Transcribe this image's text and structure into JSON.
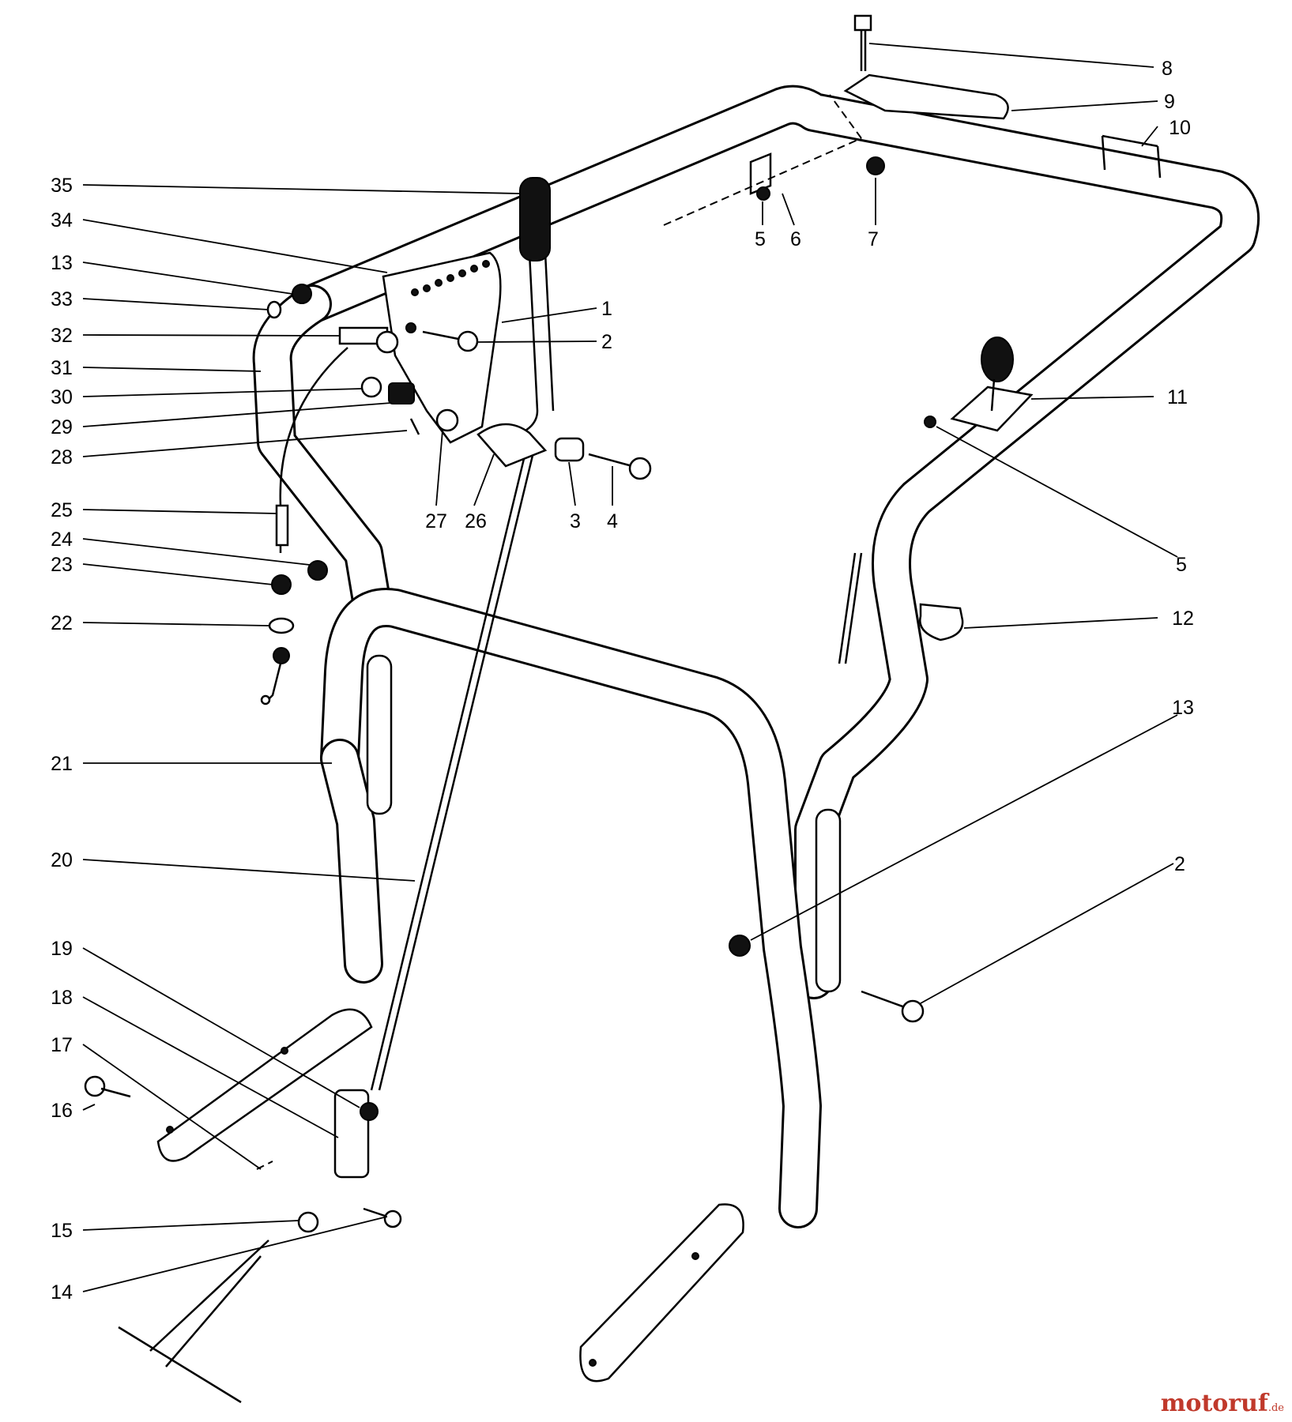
{
  "diagram": {
    "callouts": [
      {
        "id": "c8",
        "label": "8"
      },
      {
        "id": "c9",
        "label": "9"
      },
      {
        "id": "c10",
        "label": "10"
      },
      {
        "id": "c35",
        "label": "35"
      },
      {
        "id": "c34",
        "label": "34"
      },
      {
        "id": "c13a",
        "label": "13"
      },
      {
        "id": "c33",
        "label": "33"
      },
      {
        "id": "c32",
        "label": "32"
      },
      {
        "id": "c31",
        "label": "31"
      },
      {
        "id": "c30",
        "label": "30"
      },
      {
        "id": "c29",
        "label": "29"
      },
      {
        "id": "c28",
        "label": "28"
      },
      {
        "id": "c25",
        "label": "25"
      },
      {
        "id": "c24",
        "label": "24"
      },
      {
        "id": "c23",
        "label": "23"
      },
      {
        "id": "c22",
        "label": "22"
      },
      {
        "id": "c21",
        "label": "21"
      },
      {
        "id": "c20",
        "label": "20"
      },
      {
        "id": "c19",
        "label": "19"
      },
      {
        "id": "c18",
        "label": "18"
      },
      {
        "id": "c17",
        "label": "17"
      },
      {
        "id": "c16",
        "label": "16"
      },
      {
        "id": "c15",
        "label": "15"
      },
      {
        "id": "c14",
        "label": "14"
      },
      {
        "id": "c1",
        "label": "1"
      },
      {
        "id": "c2a",
        "label": "2"
      },
      {
        "id": "c5a",
        "label": "5"
      },
      {
        "id": "c6",
        "label": "6"
      },
      {
        "id": "c7",
        "label": "7"
      },
      {
        "id": "c27",
        "label": "27"
      },
      {
        "id": "c26",
        "label": "26"
      },
      {
        "id": "c3",
        "label": "3"
      },
      {
        "id": "c4",
        "label": "4"
      },
      {
        "id": "c11",
        "label": "11"
      },
      {
        "id": "c5b",
        "label": "5"
      },
      {
        "id": "c12",
        "label": "12"
      },
      {
        "id": "c13b",
        "label": "13"
      },
      {
        "id": "c2b",
        "label": "2"
      }
    ]
  },
  "watermark": {
    "main": "motoruf",
    "tld": ".de"
  },
  "colors": {
    "line": "#000000",
    "background": "#ffffff",
    "watermark": "#c0392b"
  }
}
